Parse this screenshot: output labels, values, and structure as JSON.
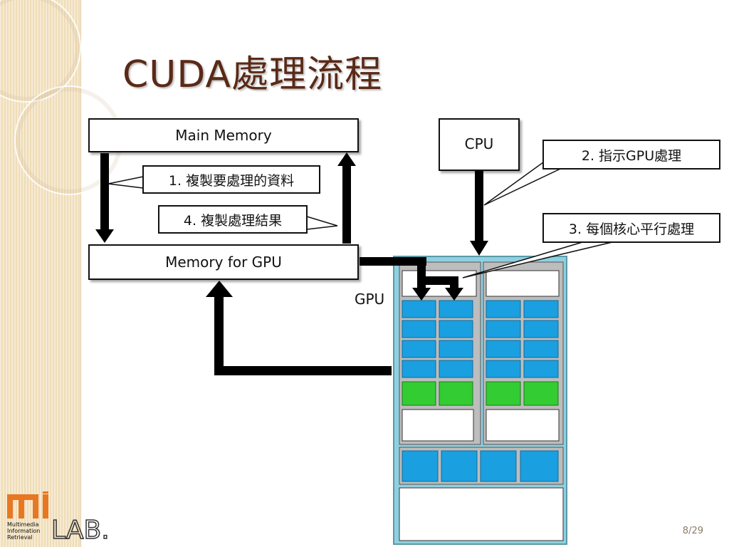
{
  "slide": {
    "title": "CUDA處理流程",
    "page": "8/29"
  },
  "diagram": {
    "main_memory": "Main Memory",
    "gpu_memory": "Memory for GPU",
    "cpu": "CPU",
    "gpu_label": "GPU",
    "step1": "1. 複製要處理的資料",
    "step2": "2. 指示GPU處理",
    "step3": "3. 每個核心平行處理",
    "step4": "4. 複製處理結果"
  },
  "logo": {
    "text": "mir LAB.",
    "line1": "Multimedia",
    "line2": "Information",
    "line3": "Retrieval"
  },
  "colors": {
    "title": "#5a2a17",
    "gpu_frame": "#8fd0e0",
    "core_blue": "#1aa0e0",
    "core_green": "#33cc33",
    "logo_orange": "#e87722"
  }
}
